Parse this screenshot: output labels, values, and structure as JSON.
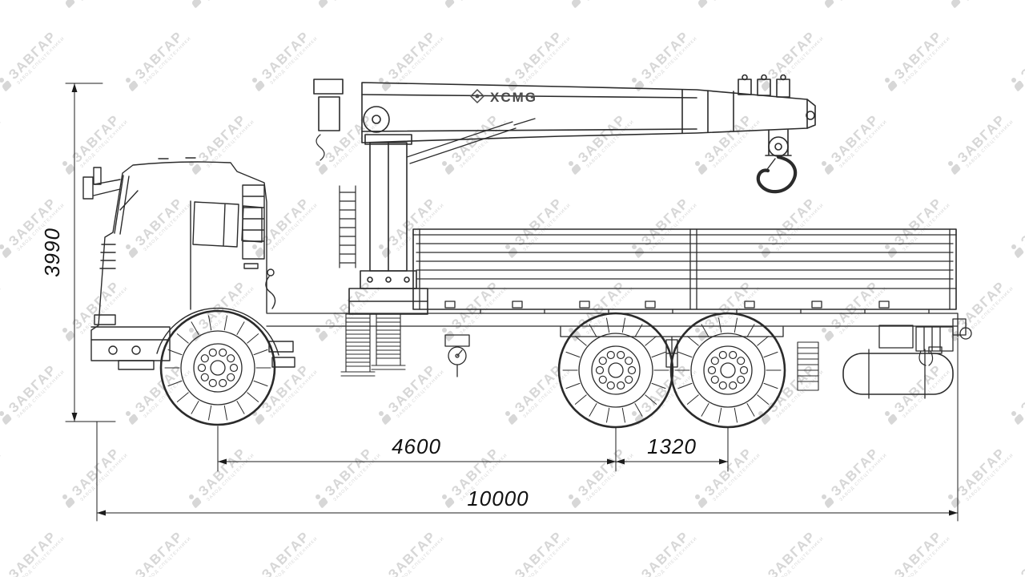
{
  "watermark": {
    "text": "ЗАВГАР",
    "subtext": "ЗАВОД СПЕЦТЕХНИКИ",
    "color": "#d7d7d7"
  },
  "drawing": {
    "crane_brand": "XCMG",
    "dimensions": {
      "height": "3990",
      "wheelbase": "4600",
      "rear_axle_spacing": "1320",
      "overall_length": "10000"
    },
    "line_color": "#2b2b2b",
    "dimension_color": "#1c1c1c"
  }
}
